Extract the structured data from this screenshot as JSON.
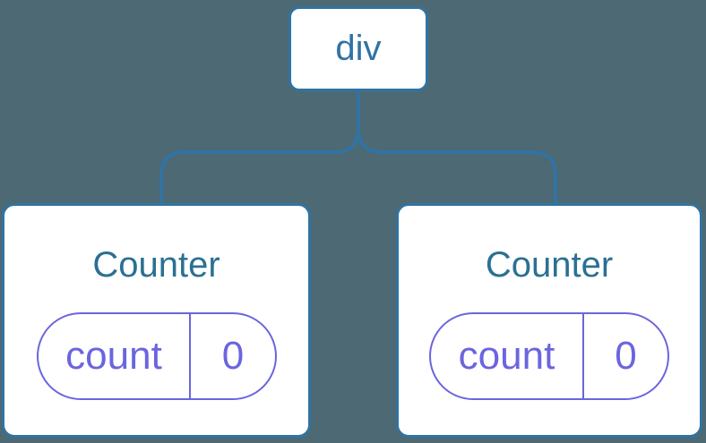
{
  "diagram": {
    "root_label": "div",
    "components": [
      {
        "title": "Counter",
        "state_key": "count",
        "state_value": "0"
      },
      {
        "title": "Counter",
        "state_key": "count",
        "state_value": "0"
      }
    ]
  },
  "colors": {
    "background": "#4d6973",
    "tree_stroke": "#3173a2",
    "root_text": "#3173a2",
    "component_title": "#2b7093",
    "state_accent": "#6b65df",
    "card_fill": "#ffffff"
  }
}
